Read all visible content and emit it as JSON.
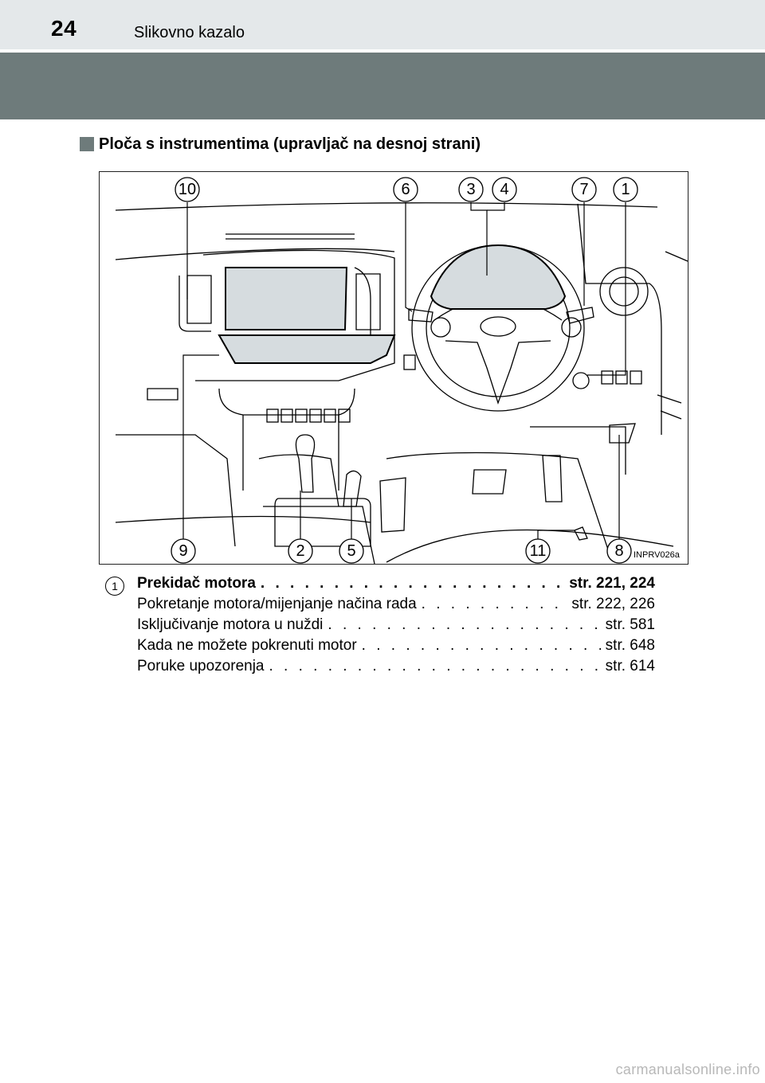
{
  "header": {
    "page_number": "24",
    "section": "Slikovno kazalo"
  },
  "subsection": {
    "title": "Ploča s instrumentima (upravljač na desnoj strani)"
  },
  "figure": {
    "code": "INPRV026a",
    "callouts": [
      "10",
      "6",
      "3",
      "4",
      "7",
      "1",
      "9",
      "2",
      "5",
      "11",
      "8"
    ]
  },
  "entries": [
    {
      "number": "1",
      "title": "Prekidač motora",
      "page": "str. 221, 224",
      "items": [
        {
          "label": "Pokretanje motora/mijenjanje načina rada",
          "page": "str. 222, 226"
        },
        {
          "label": "Isključivanje motora u nuždi",
          "page": "str. 581"
        },
        {
          "label": "Kada ne možete pokrenuti motor",
          "page": "str. 648"
        },
        {
          "label": "Poruke upozorenja",
          "page": "str. 614"
        }
      ]
    }
  ],
  "watermark": "carmanualsonline.info",
  "colors": {
    "header_strip": "#e4e8ea",
    "header_bar": "#6e7b7b",
    "highlight_fill": "#d6dcdf"
  }
}
